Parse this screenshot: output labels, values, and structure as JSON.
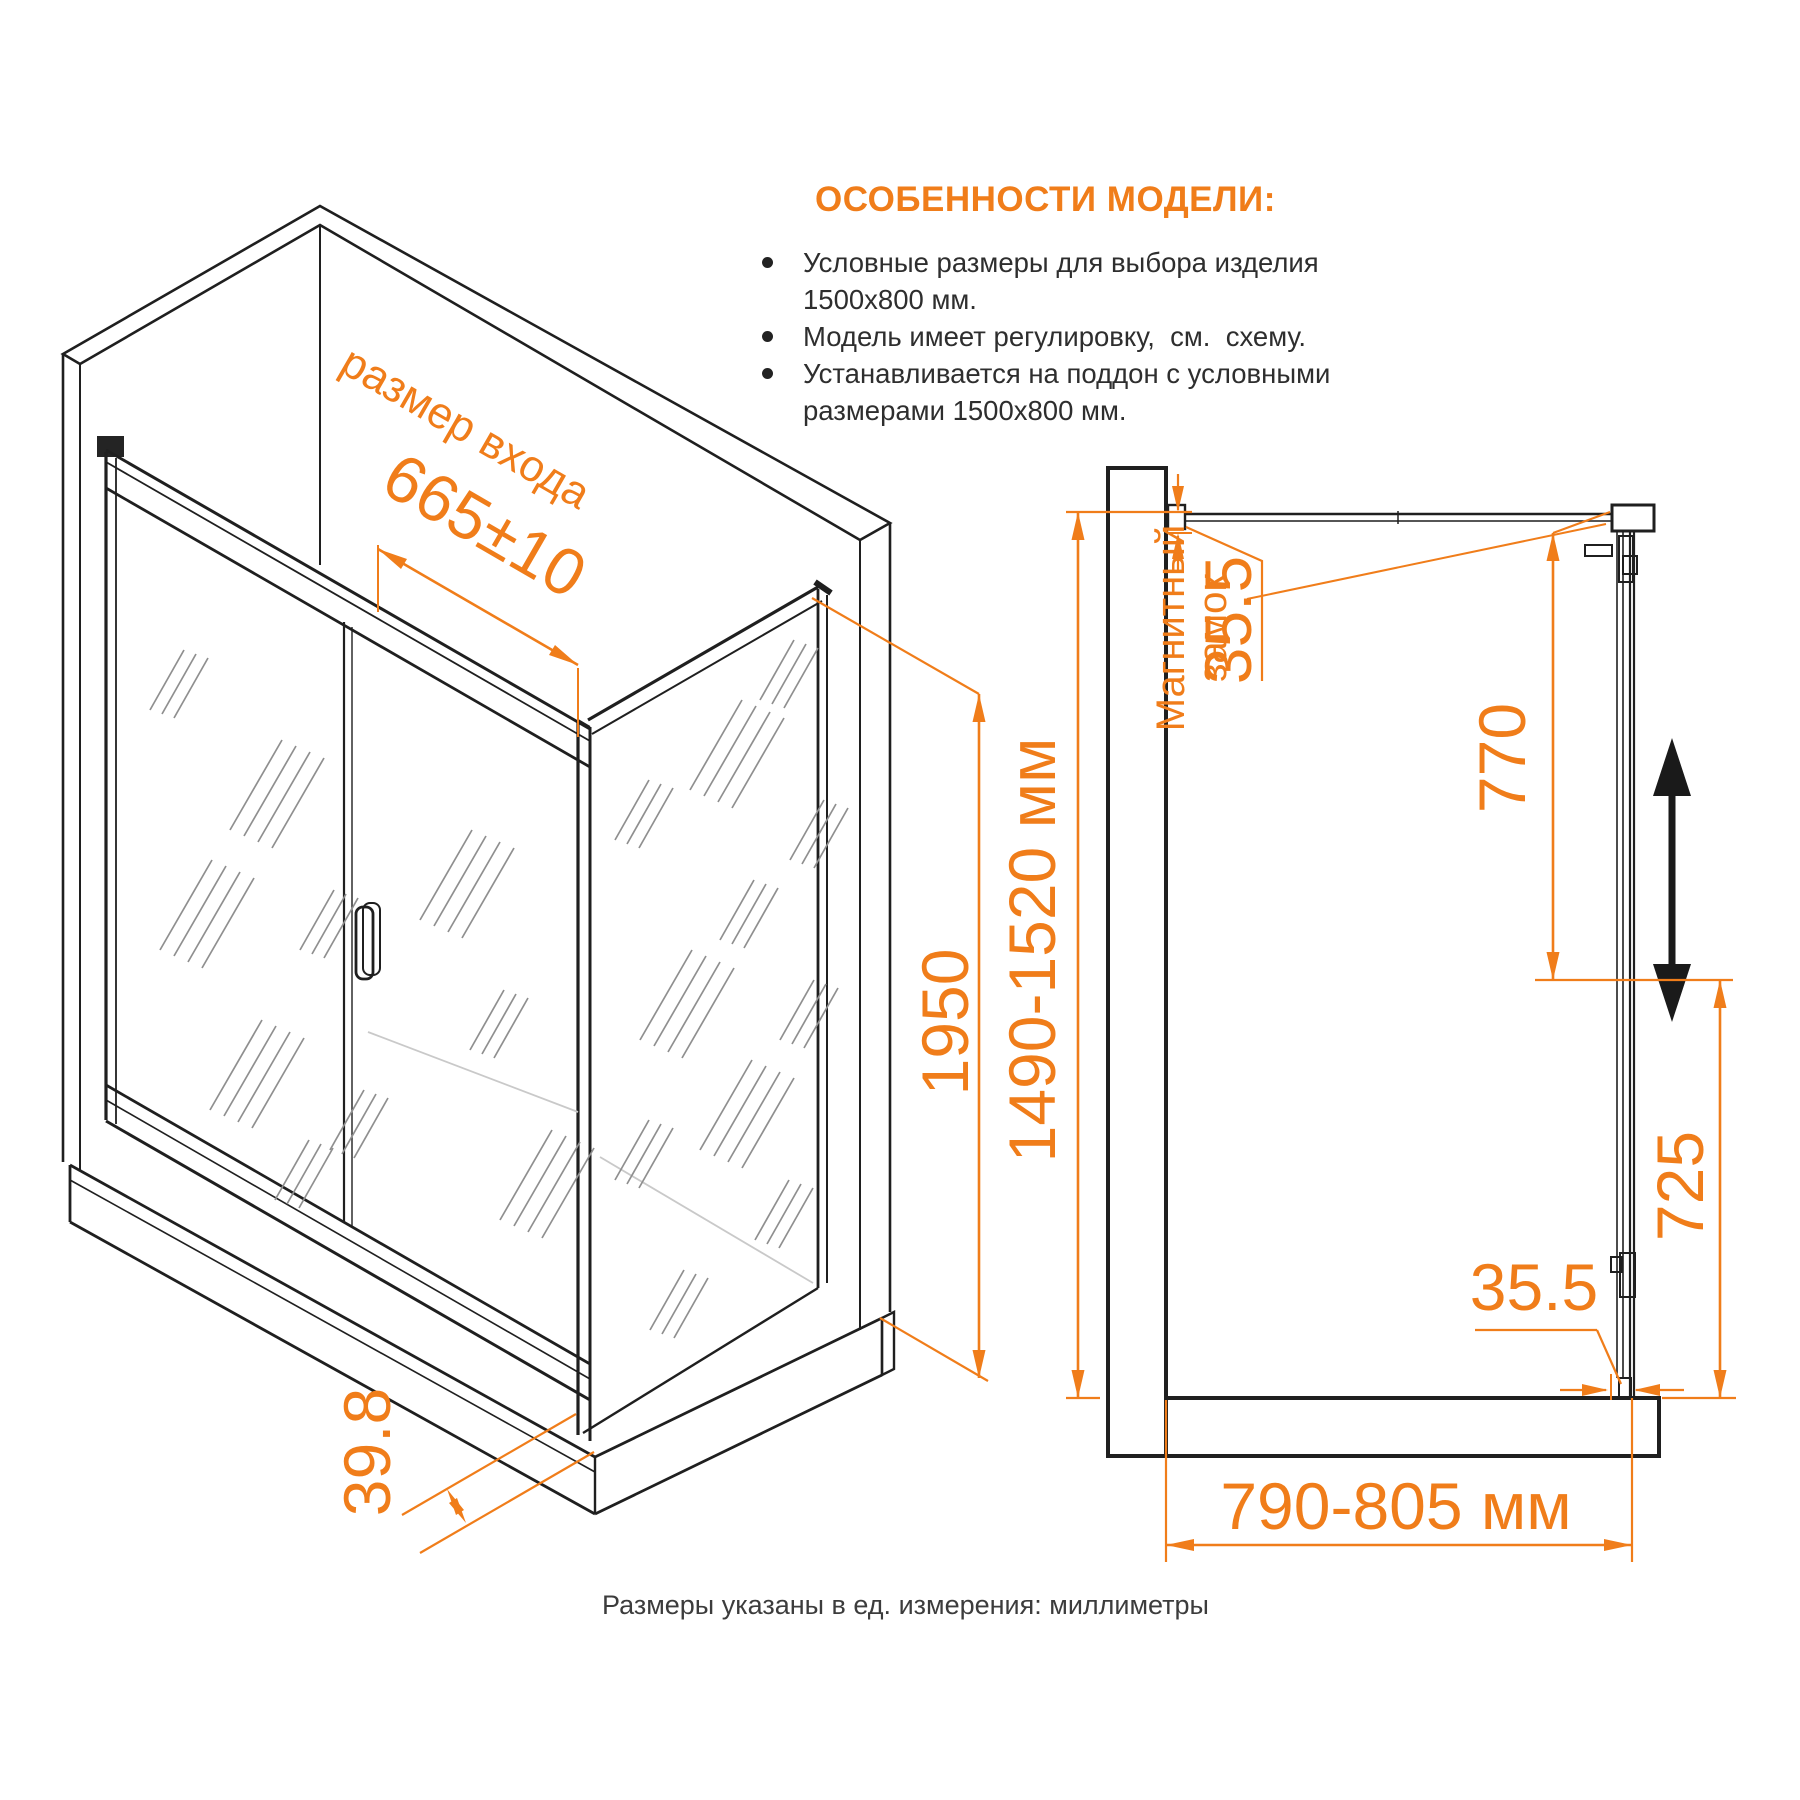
{
  "accent_color": "#F07D1A",
  "features": {
    "title": "ОСОБЕННОСТИ МОДЕЛИ:",
    "items": [
      "Условные размеры для выбора изделия 1500x800 мм.",
      "Модель имеет регулировку,  см.  схему.",
      "Устанавливается на поддон с условными размерами 1500x800 мм."
    ]
  },
  "iso": {
    "entry_label": "размер входа",
    "entry_dim": "665±10",
    "height": "1950",
    "base_dim": "39.8"
  },
  "plan": {
    "wall_offset": "35.5",
    "lock_line1": "Магнитный",
    "lock_line2": "замок",
    "door_travel": "770",
    "side_inner": "725",
    "panel_offset": "35.5",
    "width": "790-805 мм",
    "height_range": "1490-1520 мм"
  },
  "footnote": "Размеры указаны в ед. измерения: миллиметры"
}
